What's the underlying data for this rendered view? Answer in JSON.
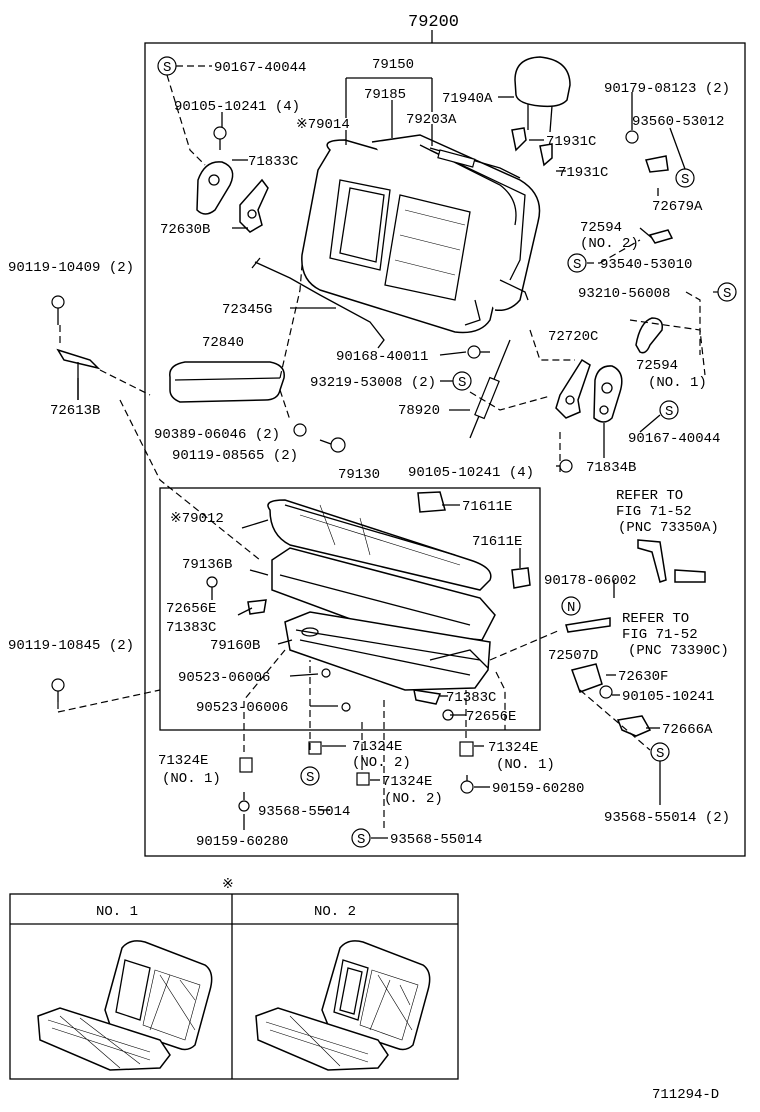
{
  "diagram": {
    "id": "711294-D",
    "assembly_no": "79200",
    "mark": "※",
    "s_symbol": "S",
    "n_symbol": "N",
    "labels": {
      "p90167_40044_top": "90167-40044",
      "p79150": "79150",
      "p79185": "79185",
      "p79014": "※79014",
      "p79203A": "79203A",
      "p71940A": "71940A",
      "p90179_08123": "90179-08123 (2)",
      "p93560_53012": "93560-53012",
      "p90105_10241_4_top": "90105-10241 (4)",
      "p71931C_a": "71931C",
      "p71931C_b": "71931C",
      "p71833C": "71833C",
      "p72679A": "72679A",
      "p72630B": "72630B",
      "p72594_no2": "72594",
      "p72594_no2_sub": "(NO. 2)",
      "p93540_53010": "93540-53010",
      "p90119_10409": "90119-10409 (2)",
      "p93210_56008": "93210-56008",
      "p72345G": "72345G",
      "p72720C": "72720C",
      "p72840": "72840",
      "p90168_40011": "90168-40011",
      "p72594_no1": "72594",
      "p72594_no1_sub": "(NO. 1)",
      "p72613B": "72613B",
      "p93219_53008": "93219-53008 (2)",
      "p78920": "78920",
      "p90167_40044_r": "90167-40044",
      "p90389_06046": "90389-06046 (2)",
      "p90119_08565": "90119-08565 (2)",
      "p79130": "79130",
      "p90105_10241_4_mid": "90105-10241 (4)",
      "p71834B": "71834B",
      "p79012": "※79012",
      "p71611E_a": "71611E",
      "p71611E_b": "71611E",
      "refer1_a": "REFER TO",
      "refer1_b": "FIG 71-52",
      "refer1_c": "(PNC 73350A)",
      "p79136B": "79136B",
      "p90178_06002": "90178-06002",
      "p72656E_a": "72656E",
      "p71383C_a": "71383C",
      "refer2_a": "REFER TO",
      "refer2_b": "FIG 71-52",
      "refer2_c": "(PNC 73390C)",
      "p90119_10845": "90119-10845 (2)",
      "p79160B": "79160B",
      "p72507D": "72507D",
      "p72630F": "72630F",
      "p90523_06006_a": "90523-06006",
      "p90105_10241_r": "90105-10241",
      "p71383C_b": "71383C",
      "p90523_06006_b": "90523-06006",
      "p72656E_b": "72656E",
      "p72666A": "72666A",
      "p71324E_l": "71324E",
      "p71324E_l_sub": "(NO. 1)",
      "p71324E_c1": "71324E",
      "p71324E_c1_sub": "(NO. 2)",
      "p71324E_r": "71324E",
      "p71324E_r_sub": "(NO. 1)",
      "p93568_55014_c": "93568-55014",
      "p71324E_c2": "71324E",
      "p71324E_c2_sub": "(NO. 2)",
      "p90159_60280_r": "90159-60280",
      "p93568_55014_r": "93568-55014 (2)",
      "p90159_60280_l": "90159-60280",
      "p93568_55014_b": "93568-55014"
    },
    "variants_table": {
      "col1": "NO. 1",
      "col2": "NO. 2"
    }
  }
}
